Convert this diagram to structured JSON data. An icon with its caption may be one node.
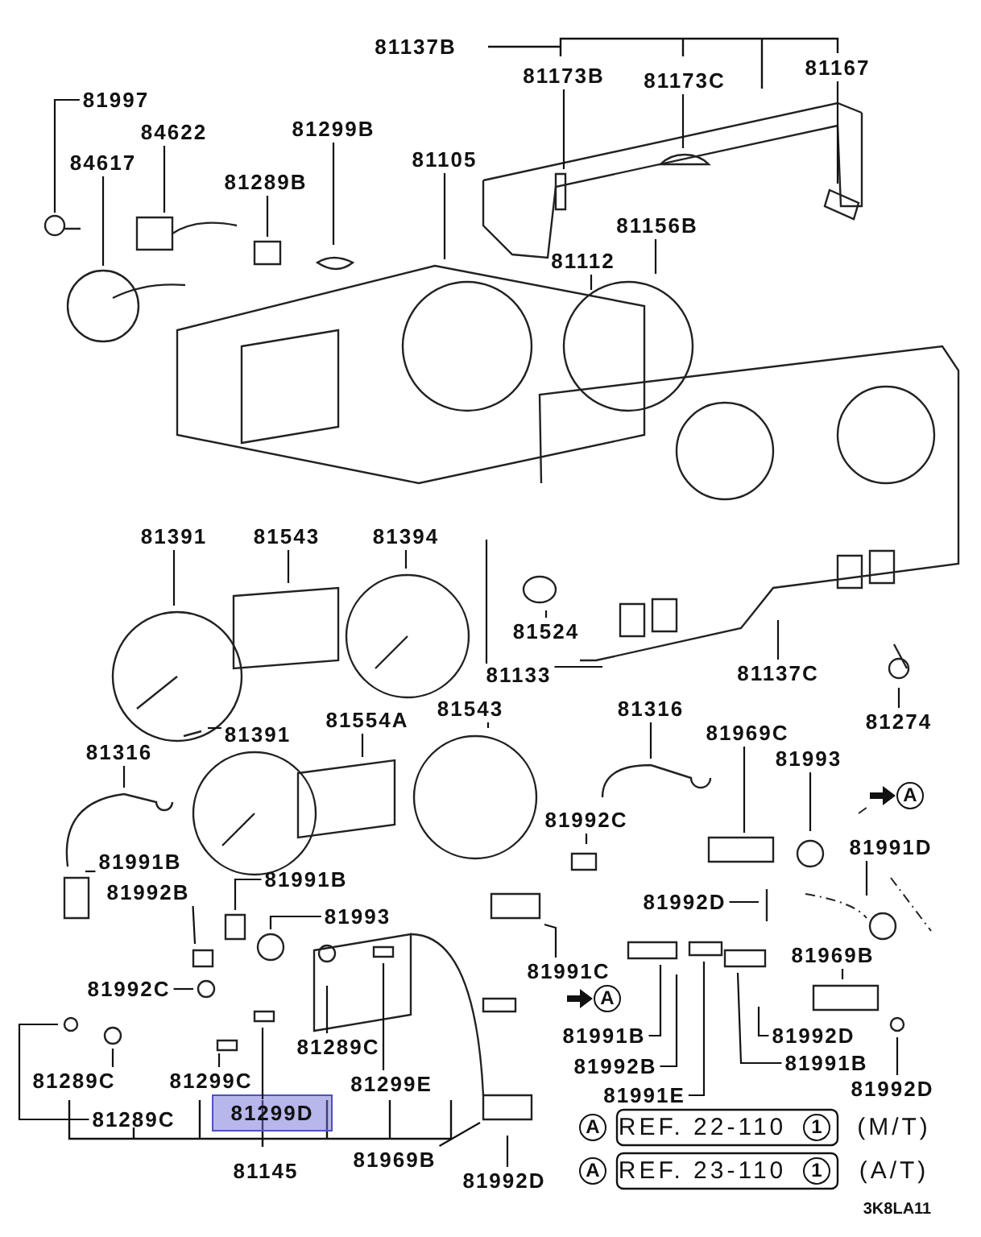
{
  "diagram": {
    "nodes": [
      {
        "text": [
          "81997"
        ]
      },
      {
        "text": [
          "84622"
        ]
      },
      {
        "text": [
          "84617"
        ]
      },
      {
        "text": [
          "81289B"
        ]
      },
      {
        "text": [
          "81299B"
        ]
      },
      {
        "text": [
          "81105"
        ]
      },
      {
        "text": [
          "81173B"
        ]
      },
      {
        "text": [
          "81173C"
        ]
      },
      {
        "text": [
          "81167"
        ]
      },
      {
        "text": [
          "81156B"
        ]
      },
      {
        "text": [
          "81112"
        ]
      },
      {
        "text": [
          "81391"
        ]
      },
      {
        "text": [
          "81543"
        ]
      },
      {
        "text": [
          "81394"
        ]
      },
      {
        "text": [
          "81524"
        ]
      },
      {
        "text": [
          "81133"
        ]
      },
      {
        "text": [
          "81137C"
        ]
      },
      {
        "text": [
          "81274"
        ]
      },
      {
        "text": [
          "81391"
        ]
      },
      {
        "text": [
          "81554A"
        ]
      },
      {
        "text": [
          "81543"
        ]
      },
      {
        "text": [
          "81316"
        ]
      },
      {
        "text": [
          "81316"
        ]
      },
      {
        "text": [
          "81969C"
        ]
      },
      {
        "text": [
          "81993"
        ]
      },
      {
        "text": [
          "81991D"
        ]
      },
      {
        "text": [
          "81992C"
        ]
      },
      {
        "text": [
          "81991B"
        ]
      },
      {
        "text": [
          "81992B"
        ]
      },
      {
        "text": [
          "81991B"
        ]
      },
      {
        "text": [
          "81993"
        ]
      },
      {
        "text": [
          "81992D"
        ]
      },
      {
        "text": [
          "81991C"
        ]
      },
      {
        "text": [
          "81991B"
        ]
      },
      {
        "text": [
          "81992B"
        ]
      },
      {
        "text": [
          "81991E"
        ]
      },
      {
        "text": [
          "81969B"
        ]
      },
      {
        "text": [
          "81992D"
        ]
      },
      {
        "text": [
          "81991B"
        ]
      },
      {
        "text": [
          "81992D"
        ]
      },
      {
        "text": [
          "81992D"
        ]
      },
      {
        "text": [
          "81969B"
        ]
      },
      {
        "text": [
          "81992C"
        ]
      },
      {
        "text": [
          "81289C"
        ]
      },
      {
        "text": [
          "81299C"
        ]
      },
      {
        "text": [
          "81289C"
        ]
      },
      {
        "text": [
          "81299D"
        ]
      },
      {
        "text": [
          "81289C"
        ]
      },
      {
        "text": [
          "81299E"
        ]
      }
    ],
    "edges": [
      {
        "from": 0,
        "to": null,
        "arrow": "none"
      },
      {
        "from": 1,
        "to": null,
        "arrow": "none"
      },
      {
        "from": 2,
        "to": null,
        "arrow": "none"
      },
      {
        "from": 3,
        "to": null,
        "arrow": "none"
      },
      {
        "from": 4,
        "to": null,
        "arrow": "none"
      },
      {
        "from": 5,
        "to": null,
        "arrow": "none"
      },
      {
        "from": 6,
        "to": null,
        "arrow": "none"
      },
      {
        "from": 7,
        "to": null,
        "arrow": "none"
      },
      {
        "from": 8,
        "to": null,
        "arrow": "none"
      },
      {
        "from": 9,
        "to": null,
        "arrow": "none"
      },
      {
        "from": 10,
        "to": null,
        "arrow": "none"
      },
      {
        "from": 11,
        "to": null,
        "arrow": "none"
      },
      {
        "from": 12,
        "to": null,
        "arrow": "none"
      },
      {
        "from": 13,
        "to": null,
        "arrow": "none"
      },
      {
        "from": 14,
        "to": null,
        "arrow": "none"
      },
      {
        "from": 15,
        "to": null,
        "arrow": "none"
      },
      {
        "from": 15,
        "to": null,
        "arrow": "none"
      },
      {
        "from": 16,
        "to": null,
        "arrow": "none"
      },
      {
        "from": 17,
        "to": null,
        "arrow": "none"
      },
      {
        "from": 18,
        "to": null,
        "arrow": "none"
      },
      {
        "from": 19,
        "to": null,
        "arrow": "none"
      },
      {
        "from": 20,
        "to": null,
        "arrow": "none"
      },
      {
        "from": 21,
        "to": null,
        "arrow": "none"
      },
      {
        "from": 22,
        "to": null,
        "arrow": "none"
      },
      {
        "from": 23,
        "to": null,
        "arrow": "none"
      },
      {
        "from": 24,
        "to": null,
        "arrow": "none"
      },
      {
        "from": 25,
        "to": null,
        "arrow": "none"
      },
      {
        "from": 26,
        "to": null,
        "arrow": "none"
      },
      {
        "from": 27,
        "to": null,
        "arrow": "none"
      },
      {
        "from": 28,
        "to": null,
        "arrow": "none"
      },
      {
        "from": 29,
        "to": null,
        "arrow": "none"
      },
      {
        "from": 30,
        "to": null,
        "arrow": "none"
      },
      {
        "from": 31,
        "to": null,
        "arrow": "none"
      },
      {
        "from": 32,
        "to": null,
        "arrow": "none"
      },
      {
        "from": 33,
        "to": null,
        "arrow": "none"
      },
      {
        "from": 34,
        "to": null,
        "arrow": "none"
      },
      {
        "from": 35,
        "to": null,
        "arrow": "none"
      },
      {
        "from": 36,
        "to": null,
        "arrow": "none"
      },
      {
        "from": 37,
        "to": null,
        "arrow": "none"
      },
      {
        "from": 38,
        "to": null,
        "arrow": "none"
      },
      {
        "from": 39,
        "to": null,
        "arrow": "none"
      },
      {
        "from": 40,
        "to": null,
        "arrow": "none"
      },
      {
        "from": 41,
        "to": null,
        "arrow": "none"
      },
      {
        "from": 42,
        "to": null,
        "arrow": "none"
      },
      {
        "from": 43,
        "to": null,
        "arrow": "none"
      },
      {
        "from": 44,
        "to": null,
        "arrow": "none"
      },
      {
        "from": 45,
        "to": null,
        "arrow": "none"
      },
      {
        "from": 46,
        "to": null,
        "arrow": "none"
      },
      {
        "from": 47,
        "to": null,
        "arrow": "none"
      },
      {
        "from": 48,
        "to": null,
        "arrow": "none"
      }
    ],
    "labels": [
      "81137B",
      "A",
      "A",
      "81145",
      "A",
      "REF. 22-110",
      "1",
      "(M/T)",
      "A",
      "REF. 23-110",
      "1",
      "(A/T)",
      "3K8LA11"
    ]
  }
}
